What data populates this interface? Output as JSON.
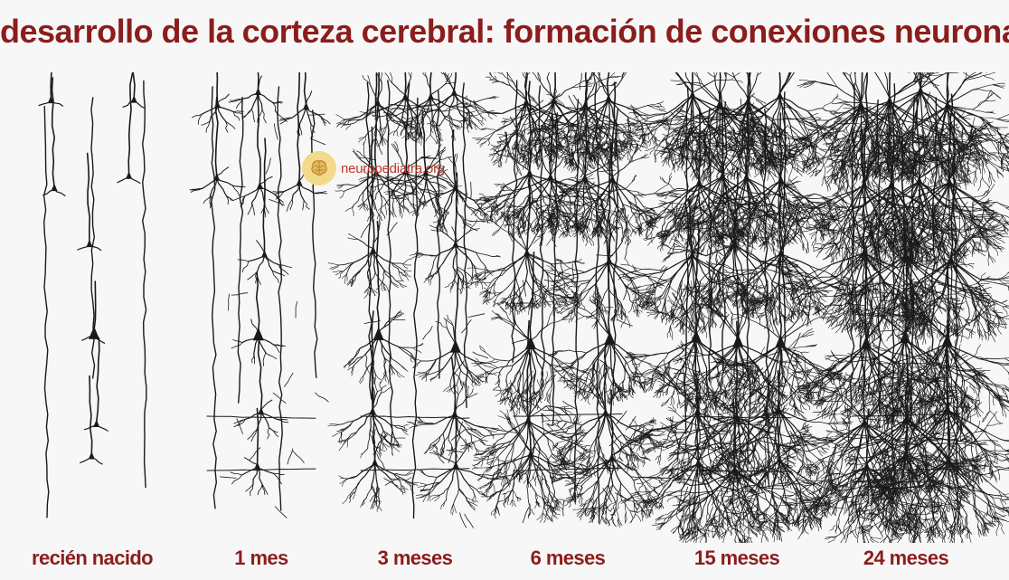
{
  "title": "desarrollo de la corteza cerebral: formación de conexiones neuronales",
  "stages": [
    {
      "label": "recién nacido"
    },
    {
      "label": "1 mes"
    },
    {
      "label": "3 meses"
    },
    {
      "label": "6 meses"
    },
    {
      "label": "15 meses"
    },
    {
      "label": "24 meses"
    }
  ],
  "watermark": {
    "text": "neuropediatra.org",
    "icon": "brain-icon"
  },
  "colors": {
    "title": "#8b1d1d",
    "labels": "#8b1d1d",
    "ink": "#1a1a1a",
    "background": "#f7f7f7",
    "watermark_text": "#c0392b",
    "watermark_badge": "#f3d98a"
  }
}
